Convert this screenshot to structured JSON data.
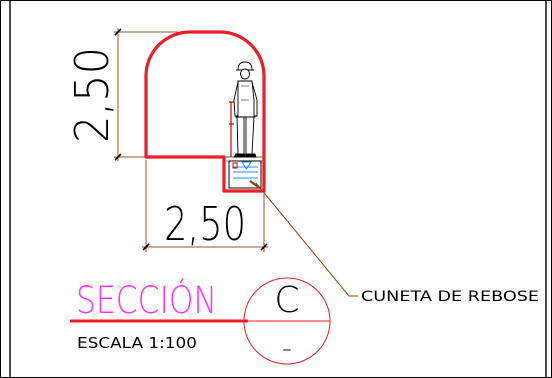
{
  "drawing": {
    "height_dimension": "2,50",
    "width_dimension": "2,50",
    "callout_label": "CUNETA DE REBOSE"
  },
  "title_block": {
    "section_word": "SECCIÓN",
    "section_letter": "C",
    "sheet_ref": "_",
    "scale_text": "ESCALA 1:100"
  },
  "colors": {
    "tunnel_outline": "#ee1c25",
    "title_magenta": "#ff33ff",
    "leader_brown": "#8b4513",
    "dimension_brown": "#8b5a2b",
    "text_black": "#000000"
  }
}
